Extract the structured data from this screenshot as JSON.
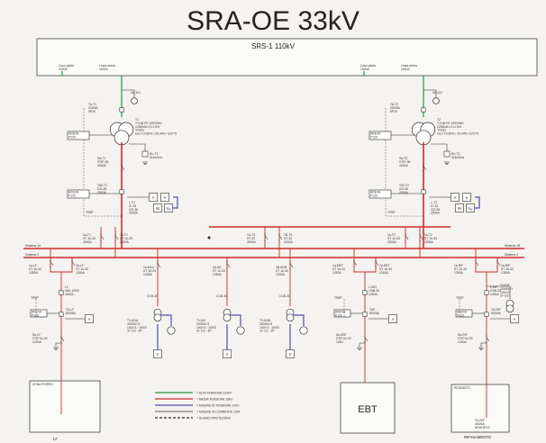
{
  "title": "SRA-OE 33kV",
  "srs": {
    "label": "SRS-1 110kV"
  },
  "bays110": [
    {
      "cable1": "Cavo pilota\n1000A",
      "cable2": "Linea aerea\n1600A",
      "vt": "VA-101",
      "cb_top": "TA-T1\n200/5A\n5P20",
      "transformer": "T1\nTYUB-FE 125/33kV\n125MVA ±7×1.5%\nYNd11\nUcc=14,50% / 25,40% / 8,57%",
      "reactor": "Rn-T1\n31kA/10s",
      "cb_mid": "Sa-T1\nSTIP-36\n4000A",
      "areva": "AREVA\nP120",
      "cb_low": "TAV-T1\nGO-36\n2500A",
      "meter": "L-T1\nIC 33\nGO-36\n2500A",
      "tr_label": "TR9P"
    },
    {
      "cable1": "Cavo pilota\n1000A",
      "cable2": "Linea aerea\n1600A",
      "vt": "VA-102",
      "cb_top": "TA-T2\n200/5A\n5P20",
      "transformer": "T2\nTYUB-FE 125/33kV\n125MVA ±7×1.5%\nYNd11\nUcc=14,50% / 25,40% / 8,57%",
      "reactor": "Rn-T2\n31kA/10s",
      "cb_mid": "Sa-T2\nSTIP-36\n4000A",
      "areva": "AREVA\nP120",
      "cb_low": "TAV-T2\nGO-36\n2500A",
      "meter": "L-T2\nIC 33\nGO-36\n2500A",
      "tr_label": "TR9P"
    }
  ],
  "busbars": {
    "sistema1a": "Sistema 1A",
    "sistema1": "Sistema 1",
    "sistema1b": "Sistema 1B",
    "sistema2": "Sistema 2"
  },
  "bus_links": [
    {
      "a": "1a-T1\nST 1h-33\n2500A",
      "b": "1b-T1\nST 1h-33\n2500A"
    },
    {
      "a": "1A-T3\nST-33\n3000A",
      "b": "1B-T3\nST-33\n3000A"
    },
    {
      "a": "1a-T2\nST 1h-33\n2500A",
      "b": "1b-T2\nST 1h-33\n2500A"
    }
  ],
  "feeders": [
    {
      "key": "LF",
      "name": "LF",
      "sw1": "1a-LF\nST 1h-33\n1250A",
      "sw2": "2a-LF\nST 1h-33\n1250A",
      "cb": "LF\nVAK-1R90\n1600A",
      "ct": "TA-LF\n800/5A",
      "es": "Se-LF\nSTIP ilv-33\n1250A",
      "areva": "AREVA\nP120",
      "tr": "TR9P",
      "zone": "ZONA PORRO"
    },
    {
      "key": "FM",
      "name": "",
      "sw1": "1a-M1A\nST 1h-33\n1250A",
      "sw2": "",
      "cb": "CCB-30",
      "ct": "TV-M1A\n33000/√3\n100/√3 : 100/3\n3× 0,5 - 3P",
      "es": "",
      "areva": "",
      "tr": "",
      "zone": ""
    },
    {
      "key": "FA",
      "name": "",
      "sw1": "2a-AG\nST 1h-33\n1250A",
      "sw2": "",
      "cb": "CCB-30",
      "ct": "TV-AG\n33000/√3\n100/√3 : 100/3\n3× 0,5 - 3P",
      "es": "",
      "areva": "",
      "tr": "",
      "zone": ""
    },
    {
      "key": "FB",
      "name": "",
      "sw1": "1B-M1B\nST 1h-33\n1250A",
      "sw2": "",
      "cb": "CCB-30",
      "ct": "TV-M1B\n33000/√3\n100/√3 : 100/3\n3× 0,5 - 3P",
      "es": "",
      "areva": "",
      "tr": "",
      "zone": ""
    },
    {
      "key": "EBT",
      "name": "EBT",
      "sw1": "1a-EBT\nST 1h-33\n1250A",
      "sw2": "2a-EBT\nST 1h-33\n1250A",
      "cb": "L-EBT\nGSB-30\n1250A",
      "ct": "TAF\n800/5A",
      "es": "Se-EBT\nSTIP ilv-33\n1250",
      "areva": "AREVA\nP120",
      "tr": "TR9P",
      "zone": ""
    },
    {
      "key": "RIF",
      "name": "RIFASAMENTO",
      "sw1": "1a-RIF\nST 1h-33\n1250A",
      "sw2": "2a-RIF\nST 1h-33\n1250A",
      "cb": "L-RIF\nGSB-30\n1250A",
      "ct": "TA-RIF\n800/5A",
      "es": "Se-RIF\nSTIP ilv-33\n1250A",
      "areva": "AREVA\nP120",
      "tr": "TR9P",
      "zone": "REGIMETO",
      "ct2": "TA-RIF\n300/5A\nSRIA 5P10",
      "tvr": "TV-RIF\n33000/√3\n100/√3\n3× 0,5"
    }
  ],
  "legend": [
    {
      "label": "= ALTA TENSIONE 110kV",
      "color": "#1f9a3a"
    },
    {
      "label": "= MEDIA TENSIONE 33kV",
      "color": "#d02a2a"
    },
    {
      "label": "= MISURE IN TENSIONE 100V",
      "color": "#4a4fb5"
    },
    {
      "label": "= MISURE IN CORRENTE 1/5A",
      "color": "#2a2a2a"
    },
    {
      "label": "= SGANCI PROTEZIONI",
      "color": "#2a2a2a"
    }
  ],
  "meters": {
    "A": "A",
    "V": "V",
    "W": "W",
    "VAR": "Vₐᵣ"
  },
  "colors": {
    "mv": "#d02a2a",
    "hv": "#1f9a3a",
    "vt": "#4a4fb5",
    "wire": "#2a2a2a"
  }
}
